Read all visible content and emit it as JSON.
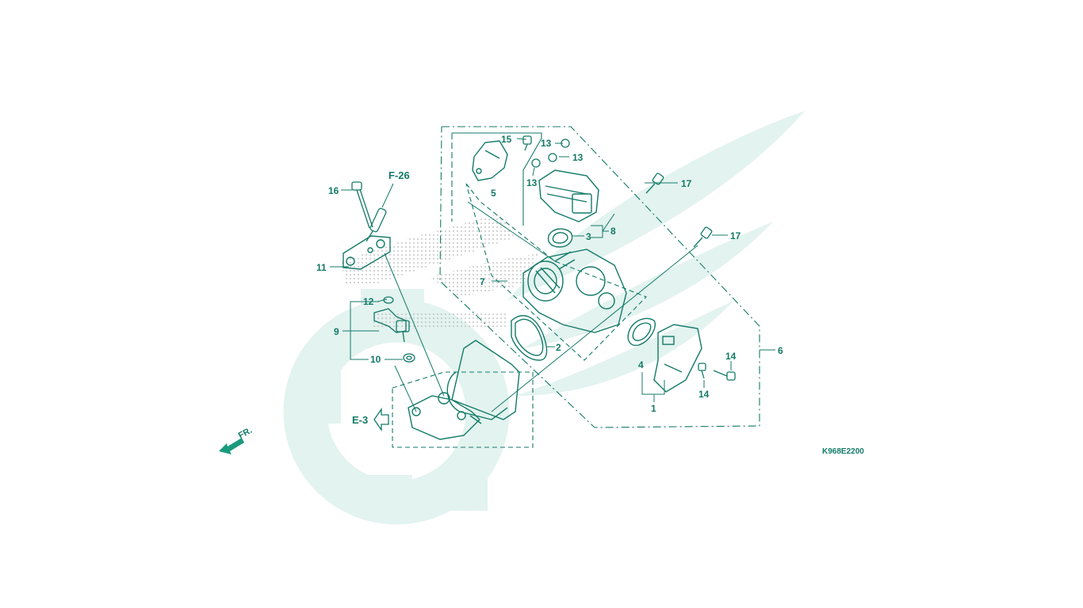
{
  "colors": {
    "ink": "#137a68",
    "watermark": "#e3f3ef",
    "dots": "#bdbdbd"
  },
  "diagram": {
    "part_numbers": {
      "p1": "1",
      "p2": "2",
      "p3": "3",
      "p4": "4",
      "p5": "5",
      "p6": "6",
      "p7": "7",
      "p8": "8",
      "p9": "9",
      "p10": "10",
      "p11": "11",
      "p12": "12",
      "p13a": "13",
      "p13b": "13",
      "p13c": "13",
      "p14a": "14",
      "p14b": "14",
      "p15": "15",
      "p16": "16",
      "p17a": "17",
      "p17b": "17"
    },
    "references": {
      "f26": "F-26",
      "e3": "E-3"
    },
    "direction_label": "FR.",
    "code": "K968E2200",
    "icons": [
      "front-direction-arrow-icon",
      "reference-arrow-icon"
    ]
  }
}
